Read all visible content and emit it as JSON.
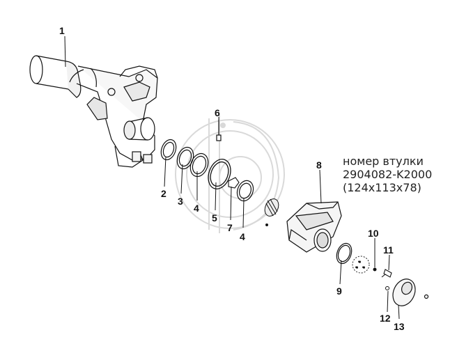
{
  "callouts": {
    "c1": "1",
    "c2": "2",
    "c3": "3",
    "c4a": "4",
    "c4b": "4",
    "c5": "5",
    "c6": "6",
    "c7": "7",
    "c8": "8",
    "c9": "9",
    "c10": "10",
    "c11": "11",
    "c12": "12",
    "c13": "13"
  },
  "note": {
    "line1": "номер втулки",
    "line2": "2904082-K2000",
    "line3": "(124x113x78)"
  },
  "watermark": "logo-watermark",
  "colors": {
    "line": "#111111",
    "watermark": "#d8d8d8"
  }
}
